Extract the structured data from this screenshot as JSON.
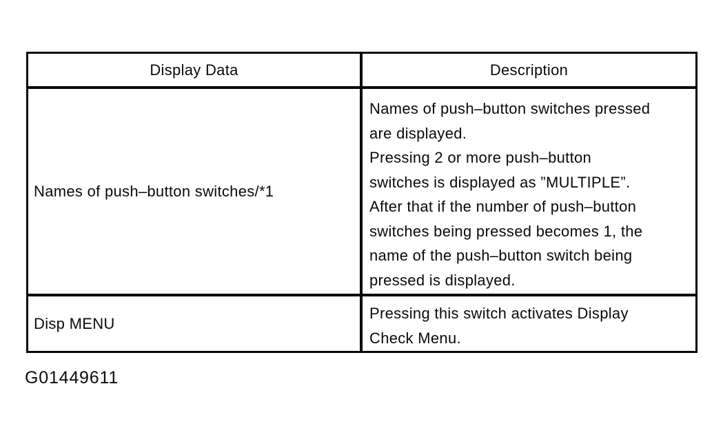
{
  "document": {
    "figure_code": "G01449611",
    "table": {
      "columns": [
        "Display Data",
        "Description"
      ],
      "rows": [
        {
          "display_data": "Names of push–button switches/*1",
          "description_lines": [
            "Names of push–button switches pressed",
            "are displayed.",
            "Pressing 2 or more push–button",
            "switches is displayed as ”MULTIPLE”.",
            "After that if the number of push–button",
            "switches being pressed becomes 1, the",
            "name of the push–button switch being",
            "pressed is displayed."
          ]
        },
        {
          "display_data": "Disp MENU",
          "description_lines": [
            "Pressing this switch activates Display",
            "Check Menu."
          ]
        }
      ]
    }
  }
}
